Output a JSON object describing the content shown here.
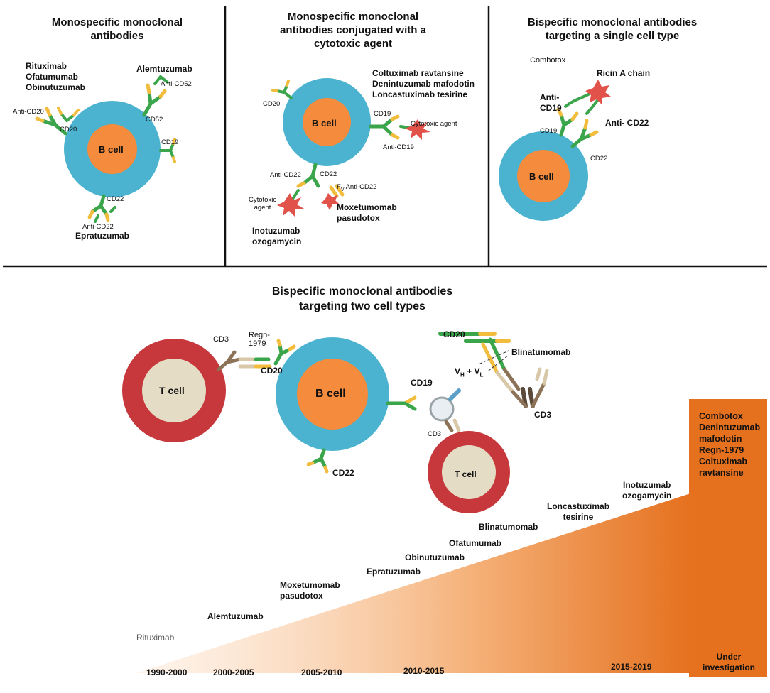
{
  "panels": {
    "p1": {
      "title": [
        "Monospecific monoclonal",
        "antibodies"
      ],
      "drugs_left": [
        "Rituximab",
        "Ofatumumab",
        "Obinutuzumab"
      ],
      "drug_top_right": "Alemtuzumab",
      "drug_bottom": "Epratuzumab",
      "cell": "B cell",
      "labels": {
        "anti_cd20": "Anti-CD20",
        "cd20": "CD20",
        "anti_cd52": "Anti-CD52",
        "cd52": "CD52",
        "cd19": "CD19",
        "cd22": "CD22",
        "anti_cd22": "Anti-CD22"
      }
    },
    "p2": {
      "title": [
        "Monospecific monoclonal",
        "antibodies conjugated with a",
        "cytotoxic agent"
      ],
      "drugs_right": [
        "Coltuximab ravtansine",
        "Denintuzumab mafodotin",
        "Loncastuximab tesirine"
      ],
      "cell": "B cell",
      "labels": {
        "cd20": "CD20",
        "cd19": "CD19",
        "cytotoxic_agent": "Cytotoxic agent",
        "anti_cd19": "Anti-CD19",
        "anti_cd22": "Anti-CD22",
        "cd22": "CD22",
        "fv_prefix": "F",
        "fv_sub": "V",
        "fv_anti": " Anti-CD22",
        "cytotoxic_agent_2": [
          "Cytotoxic",
          "agent"
        ]
      },
      "drug_bottom_left": [
        "Inotuzumab",
        "ozogamycin"
      ],
      "drug_bottom_right": [
        "Moxetumomab",
        "pasudotox"
      ]
    },
    "p3": {
      "title": [
        "Bispecific monoclonal  antibodies",
        "targeting a single cell type"
      ],
      "drug": "Combotox",
      "cell": "B cell",
      "labels": {
        "ricin": "Ricin A chain",
        "anti_cd19": [
          "Anti-",
          "CD19"
        ],
        "anti_cd22": "Anti- CD22",
        "cd19": "CD19",
        "cd22": "CD22"
      }
    },
    "p4": {
      "title": [
        "Bispecific monoclonal antibodies",
        "targeting two cell types"
      ],
      "cells": {
        "t1": "T cell",
        "b": "B cell",
        "t2": "T cell"
      },
      "labels": {
        "cd3_a": "CD3",
        "regn": [
          "Regn-",
          "1979"
        ],
        "cd20_a": "CD20",
        "cd19": "CD19",
        "cd3_b": "CD3",
        "cd22": "CD22",
        "cd20_b": "CD20",
        "blinatumomab": "Blinatumomab",
        "vh": "V",
        "vh_sub": "H",
        "plus": " + V",
        "vl_sub": "L",
        "cd3_c": "CD3"
      }
    }
  },
  "timeline": {
    "drugs": [
      "Rituximab",
      "Alemtuzumab",
      "Moxetumomab",
      "pasudotox",
      "Epratuzumab",
      "Obinutuzumab",
      "Ofatumumab",
      "Blinatumomab",
      "Loncastuximab",
      "tesirine",
      "Inotuzumab",
      "ozogamycin"
    ],
    "periods": [
      "1990-2000",
      "2000-2005",
      "2005-2010",
      "2010-2015",
      "2015-2019"
    ],
    "investigation_drugs": [
      "Combotox",
      "Denintuzumab",
      "mafodotin",
      "Regn-1979",
      "Coltuximab",
      "ravtansine"
    ],
    "investigation_label": [
      "Under",
      "investigation"
    ]
  },
  "colors": {
    "cell_outer": "#4bb3d0",
    "cell_inner": "#f48b3d",
    "tcell_outer": "#c6383b",
    "tcell_inner": "#e5dcc5",
    "antibody_green": "#3aa54a",
    "antibody_yellow": "#f2bd3c",
    "toxin": "#e1524b",
    "tan": "#8c7358",
    "orange_bar": "#e5711f"
  }
}
